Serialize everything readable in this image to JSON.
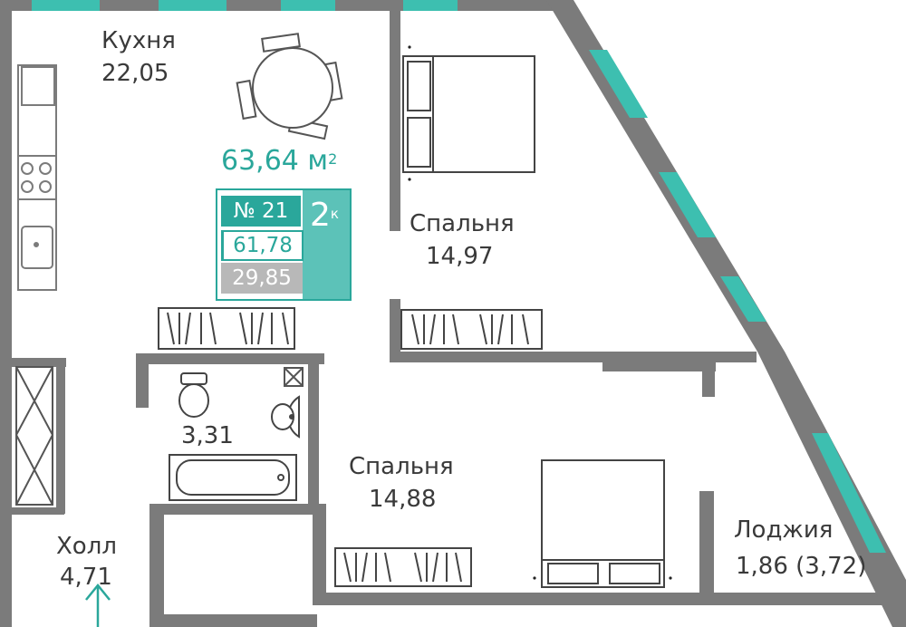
{
  "rooms": {
    "kitchen": {
      "name": "Кухня",
      "area": "22,05"
    },
    "bedroom_1": {
      "name": "Спальня",
      "area": "14,97"
    },
    "bedroom_2": {
      "name": "Спальня",
      "area": "14,88"
    },
    "bathroom": {
      "area": "3,31"
    },
    "hall": {
      "name": "Холл",
      "area": "4,71"
    },
    "loggia": {
      "name": "Лоджия",
      "area": "1,86 (3,72)"
    }
  },
  "apartment": {
    "total_area": "63,64 м",
    "total_area_sup": "2",
    "number": "№ 21",
    "rooms_count": "2",
    "rooms_sup": "к",
    "living_area": "61,78",
    "kitchen_area_badge": "29,85"
  },
  "colors": {
    "wall": "#7b7b7b",
    "window": "#3dbfb0",
    "accent": "#2aa79b",
    "text": "#3a3a3a"
  },
  "icons": [
    "dining-table-icon",
    "bed-icon",
    "wardrobe-icon",
    "stove-icon",
    "sink-icon",
    "toilet-icon",
    "bathtub-icon",
    "entrance-arrow-icon"
  ]
}
